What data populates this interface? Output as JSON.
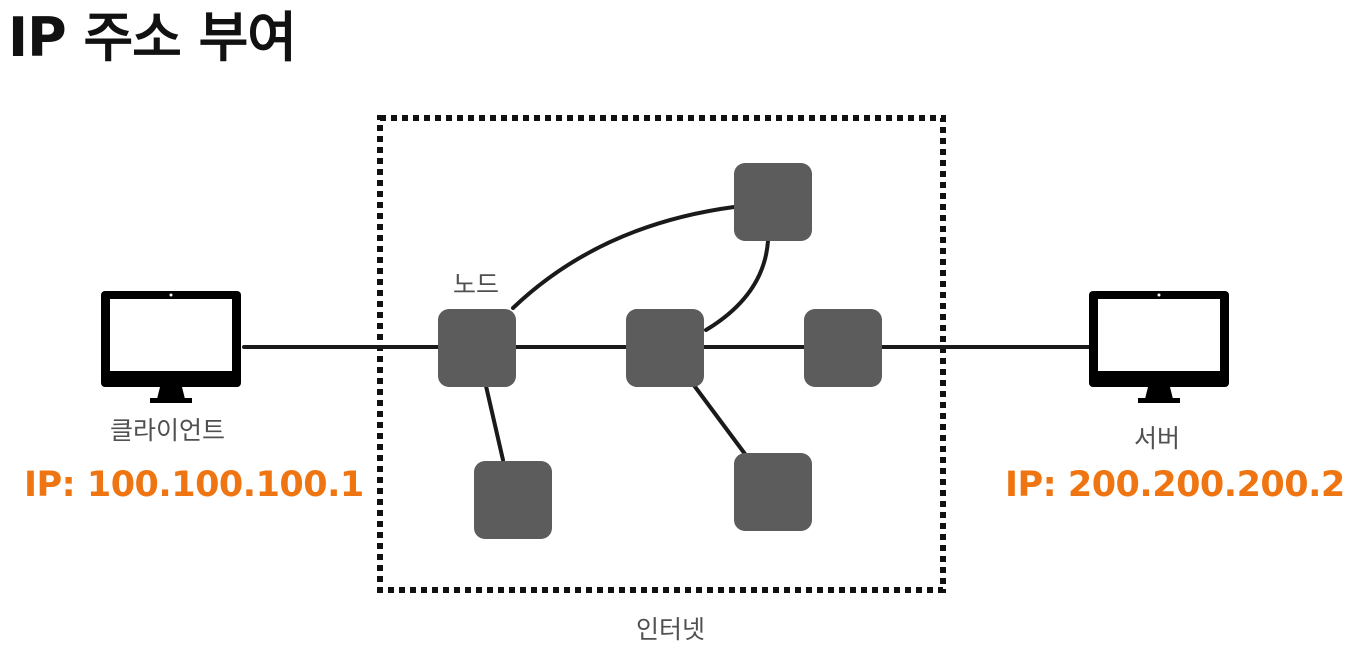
{
  "title": "IP 주소 부여",
  "client": {
    "label": "클라이언트",
    "ip": "IP: 100.100.100.1"
  },
  "server": {
    "label": "서버",
    "ip": "IP: 200.200.200.2"
  },
  "internet": {
    "label": "인터넷",
    "node_label": "노드"
  },
  "colors": {
    "accent": "#ee7512",
    "node": "#5c5c5c",
    "line": "#1a1a1a",
    "text": "#505050"
  },
  "icons": {
    "client": "monitor-icon",
    "server": "monitor-icon"
  }
}
